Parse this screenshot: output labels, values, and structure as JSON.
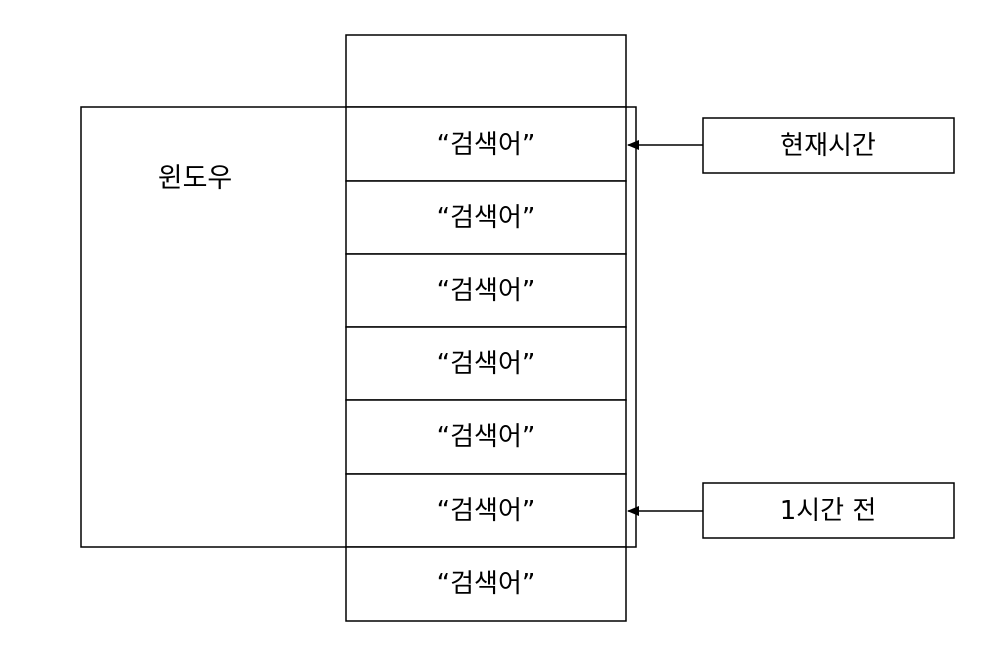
{
  "window": {
    "label": "윈도우"
  },
  "stack": {
    "items": [
      "",
      "“검색어”",
      "“검색어”",
      "“검색어”",
      "“검색어”",
      "“검색어”",
      "“검색어”",
      "“검색어”"
    ]
  },
  "pointers": [
    {
      "label": "현재시간"
    },
    {
      "label": "1시간 전"
    }
  ],
  "colors": {
    "stroke": "#000000",
    "background": "#ffffff"
  }
}
